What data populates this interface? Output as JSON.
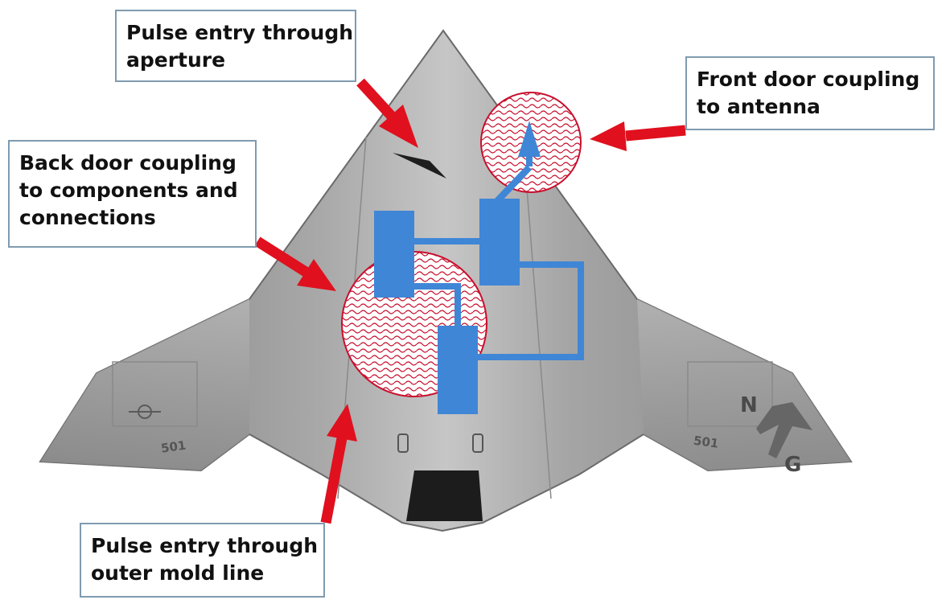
{
  "callouts": {
    "aperture": {
      "lines": [
        "Pulse entry through",
        "aperture"
      ]
    },
    "front_door": {
      "lines": [
        "Front door coupling",
        "to antenna"
      ]
    },
    "back_door": {
      "lines": [
        "Back door coupling",
        "to components and",
        "connections"
      ]
    },
    "outer_mold": {
      "lines": [
        "Pulse entry through",
        "outer mold line"
      ]
    }
  },
  "aircraft_markings": {
    "left_wing_number": "501",
    "right_wing_number": "501",
    "tail_letter_top": "N",
    "tail_letter_bottom": "G"
  },
  "colors": {
    "arrow": "#e0101e",
    "circuit_block": "#3f86d6",
    "coupling_zone_border": "#c8102e",
    "aircraft_body": "#9a9a9a",
    "callout_border": "#7f9bb0"
  },
  "icons": {
    "coupling_zone": "hatched-circle-icon",
    "arrow": "red-pointer-arrow-icon",
    "antenna": "antenna-arrow-icon"
  }
}
